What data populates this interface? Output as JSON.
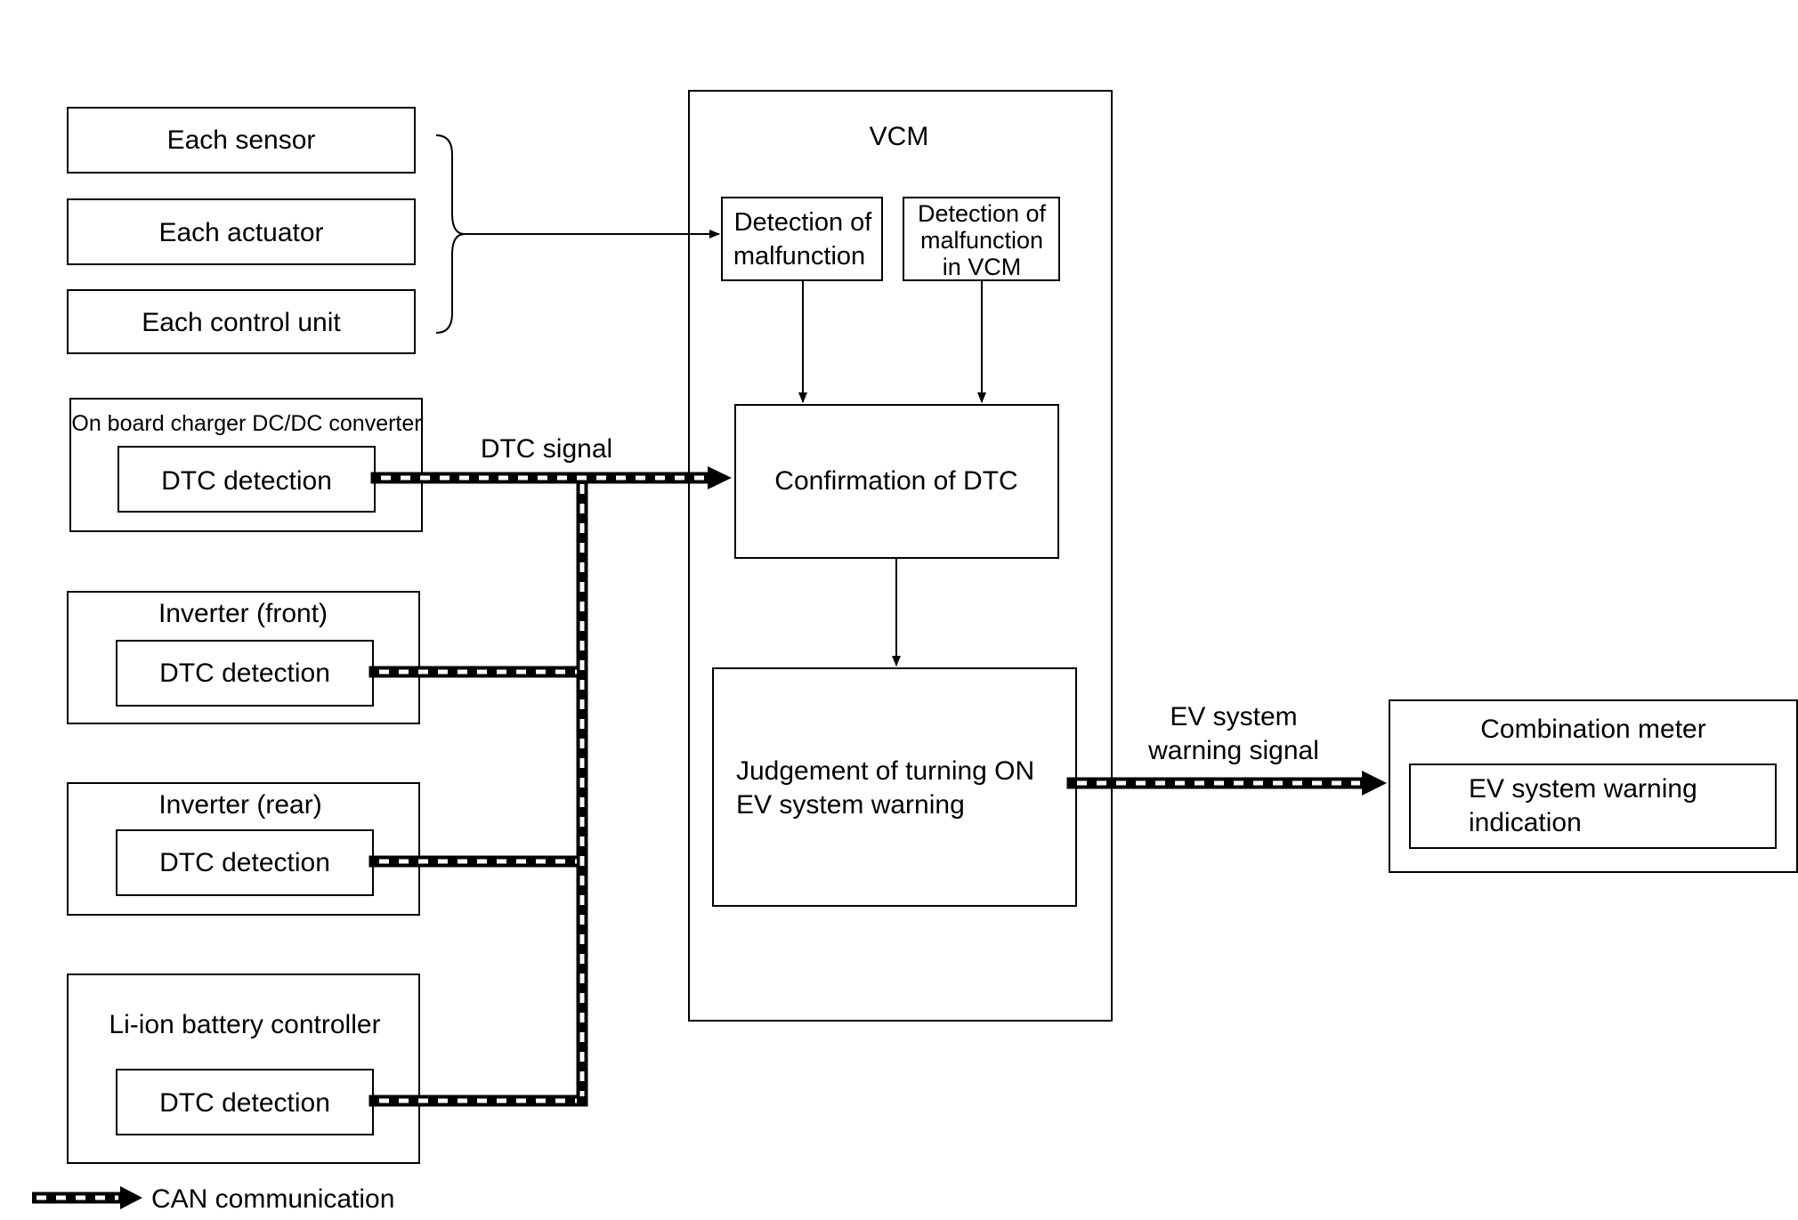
{
  "inputs": {
    "sensor": "Each sensor",
    "actuator": "Each actuator",
    "control_unit": "Each control unit"
  },
  "obc": {
    "title": "On board charger DC/DC converter",
    "detection": "DTC detection"
  },
  "inverter_front": {
    "title": "Inverter (front)",
    "detection": "DTC detection"
  },
  "inverter_rear": {
    "title": "Inverter (rear)",
    "detection": "DTC detection"
  },
  "battery": {
    "title": "Li-ion battery controller",
    "detection": "DTC detection"
  },
  "signals": {
    "dtc": "DTC signal",
    "ev_warning_line1": "EV system",
    "ev_warning_line2": "warning signal"
  },
  "vcm": {
    "title": "VCM",
    "detect_line1": "Detection of",
    "detect_line2": "malfunction",
    "detect_vcm_line1": "Detection of",
    "detect_vcm_line2": "malfunction",
    "detect_vcm_line3": "in VCM",
    "confirm": "Confirmation of DTC",
    "judge_line1": "Judgement of turning ON",
    "judge_line2": "EV system warning"
  },
  "meter": {
    "title": "Combination meter",
    "indication_line1": "EV system warning",
    "indication_line2": "indication"
  },
  "legend": {
    "can": "CAN communication"
  },
  "colors": {
    "line": "#000000",
    "background": "#ffffff"
  }
}
